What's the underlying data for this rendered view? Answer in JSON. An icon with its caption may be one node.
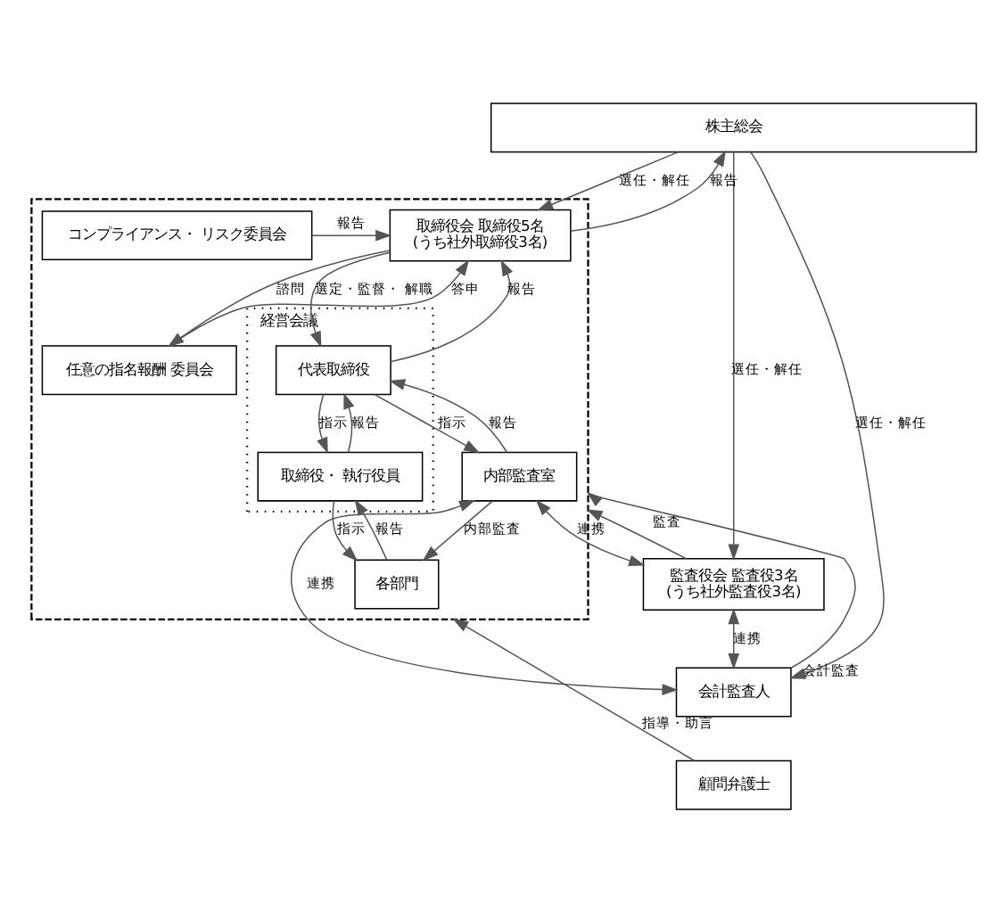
{
  "diagram": {
    "nodes": [
      {
        "text": [
          "株主総会"
        ]
      },
      {
        "text": [],
        "shape": "box"
      },
      {
        "text": [
          "取締役会 取締役5名",
          "(うち社外取締役3名)"
        ],
        "in": 1
      },
      {
        "text": [
          "任意の指名報酬 委員会"
        ],
        "in": 1
      },
      {
        "text": [
          "コンプライアンス・ リスク委員会"
        ],
        "in": 1
      },
      {
        "text": [
          "経営会議"
        ],
        "in": 1
      },
      {
        "text": [
          "代表取締役"
        ],
        "in": 5
      },
      {
        "text": [
          "取締役・ 執行役員"
        ],
        "in": 5
      },
      {
        "text": [
          "内部監査室"
        ],
        "in": 1
      },
      {
        "text": [
          "各部門"
        ],
        "in": 1
      },
      {
        "text": [
          "監査役会 監査役3名",
          "(うち社外監査役3名)"
        ]
      },
      {
        "text": [
          "会計監査人"
        ]
      },
      {
        "text": [
          "顧問弁護士"
        ]
      }
    ],
    "edges": [
      {
        "from": 0,
        "to": 2,
        "arrow": "to",
        "label": "選任・解任"
      },
      {
        "from": 2,
        "to": 0,
        "arrow": "to",
        "label": "報告"
      },
      {
        "from": 0,
        "to": 10,
        "arrow": "to",
        "label": "選任・解任"
      },
      {
        "from": 0,
        "to": 11,
        "arrow": "to",
        "label": "選任・解任"
      },
      {
        "from": 2,
        "to": 3,
        "arrow": "to",
        "label": "諮問"
      },
      {
        "from": 3,
        "to": 2,
        "arrow": "to",
        "label": "答申"
      },
      {
        "from": 4,
        "to": 2,
        "arrow": "to",
        "label": "報告"
      },
      {
        "from": 2,
        "to": 6,
        "arrow": "to",
        "label": "選定・監督・ 解職"
      },
      {
        "from": 6,
        "to": 2,
        "arrow": "to",
        "label": "報告"
      },
      {
        "from": 6,
        "to": 8,
        "arrow": "to",
        "label": "指示"
      },
      {
        "from": 8,
        "to": 6,
        "arrow": "to",
        "label": "報告"
      },
      {
        "from": 6,
        "to": 7,
        "arrow": "to",
        "label": "指示"
      },
      {
        "from": 7,
        "to": 6,
        "arrow": "to",
        "label": "報告"
      },
      {
        "from": 7,
        "to": 9,
        "arrow": "to",
        "label": "指示"
      },
      {
        "from": 9,
        "to": 7,
        "arrow": "to",
        "label": "報告"
      },
      {
        "from": 8,
        "to": 9,
        "arrow": "to",
        "label": "内部監査"
      },
      {
        "from": 10,
        "to": 1,
        "arrow": "to",
        "label": "監査"
      },
      {
        "from": 8,
        "to": 10,
        "arrow": "both",
        "label": "連携"
      },
      {
        "from": 8,
        "to": 11,
        "arrow": "both",
        "label": "連携"
      },
      {
        "from": 10,
        "to": 11,
        "arrow": "both",
        "label": "連携"
      },
      {
        "from": 11,
        "to": 1,
        "arrow": "to",
        "label": "会計監査"
      },
      {
        "from": 12,
        "to": 1,
        "arrow": "to",
        "label": "指導・助言"
      }
    ]
  }
}
